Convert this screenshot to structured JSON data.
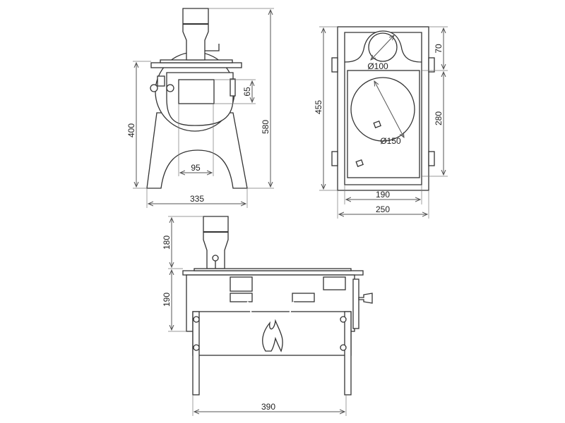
{
  "front_view": {
    "height_total": "580",
    "height_body": "400",
    "door_height": "65",
    "door_width": "95",
    "base_width": "335"
  },
  "top_view": {
    "chimney_offset": "70",
    "chimney_diameter": "Ø100",
    "overall_depth": "455",
    "hotplate_depth": "280",
    "hotplate_diameter": "Ø150",
    "inner_width": "190",
    "overall_width": "250"
  },
  "side_view": {
    "chimney_height": "180",
    "body_height": "190",
    "overall_width": "390"
  }
}
